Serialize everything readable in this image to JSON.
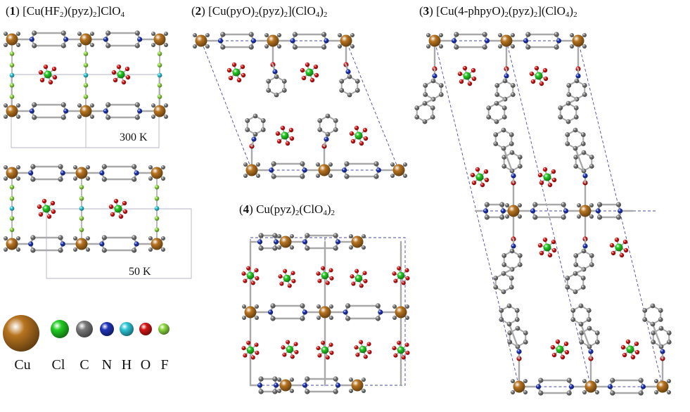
{
  "titles": {
    "c1": {
      "num": "1",
      "formula": [
        [
          "",
          "[Cu(HF"
        ],
        [
          "sub",
          "2"
        ],
        [
          "",
          ")(pyz)"
        ],
        [
          "sub",
          "2"
        ],
        [
          "",
          "]ClO"
        ],
        [
          "sub",
          "4"
        ]
      ]
    },
    "c2": {
      "num": "2",
      "formula": [
        [
          "",
          "[Cu(pyO)"
        ],
        [
          "sub",
          "2"
        ],
        [
          "",
          "(pyz)"
        ],
        [
          "sub",
          "2"
        ],
        [
          "",
          "](ClO"
        ],
        [
          "sub",
          "4"
        ],
        [
          "",
          ")"
        ],
        [
          "sub",
          "2"
        ]
      ]
    },
    "c3": {
      "num": "3",
      "formula": [
        [
          "",
          "[Cu(4-phpyO)"
        ],
        [
          "sub",
          "2"
        ],
        [
          "",
          "(pyz)"
        ],
        [
          "sub",
          "2"
        ],
        [
          "",
          "](ClO"
        ],
        [
          "sub",
          "4"
        ],
        [
          "",
          ")"
        ],
        [
          "sub",
          "2"
        ]
      ]
    },
    "c4": {
      "num": "4",
      "formula": [
        [
          "",
          "Cu(pyz)"
        ],
        [
          "sub",
          "2"
        ],
        [
          "",
          "(ClO"
        ],
        [
          "sub",
          "4"
        ],
        [
          "",
          ")"
        ],
        [
          "sub",
          "2"
        ]
      ]
    }
  },
  "temperatures": {
    "high": "300 K",
    "low": "50 K"
  },
  "legend": [
    {
      "symbol": "Cu",
      "color": "#b8741f",
      "name": "copper"
    },
    {
      "symbol": "Cl",
      "color": "#22cc22",
      "name": "chlorine"
    },
    {
      "symbol": "C",
      "color": "#7a7a7a",
      "name": "carbon"
    },
    {
      "symbol": "N",
      "color": "#1f35b8",
      "name": "nitrogen"
    },
    {
      "symbol": "H",
      "color": "#2ec6d6",
      "name": "hydrogen"
    },
    {
      "symbol": "O",
      "color": "#d41616",
      "name": "oxygen"
    },
    {
      "symbol": "F",
      "color": "#8ed840",
      "name": "fluorine"
    }
  ],
  "colors": {
    "bond": "#a9a9a9",
    "cell": "#b4b4c8",
    "cell_dashed": "#4a4aa0"
  }
}
